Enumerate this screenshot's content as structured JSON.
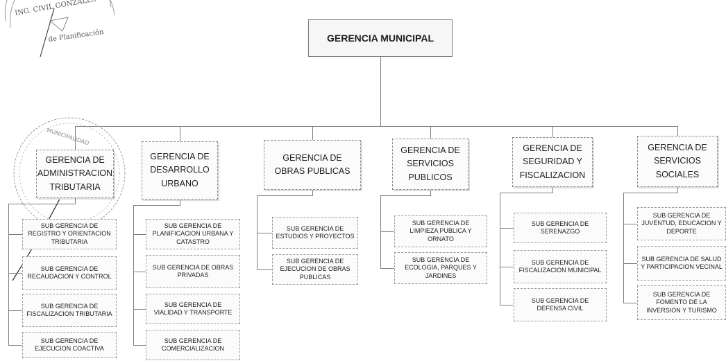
{
  "chart_data": {
    "type": "org-chart",
    "root": "GERENCIA MUNICIPAL",
    "departments": [
      {
        "name": "GERENCIA DE ADMINISTRACION TRIBUTARIA",
        "subs": [
          "SUB GERENCIA DE REGISTRO Y ORIENTACION TRIBUTARIA",
          "SUB GERENCIA DE RECAUDACION Y CONTROL",
          "SUB GERENCIA DE FISCALIZACION TRIBUTARIA",
          "SUB GERENCIA DE EJECUCION COACTIVA"
        ]
      },
      {
        "name": "GERENCIA DE DESARROLLO URBANO",
        "subs": [
          "SUB GERENCIA DE PLANIFICACION URBANA Y CATASTRO",
          "SUB GERENCIA DE OBRAS PRIVADAS",
          "SUB GERENCIA DE VIALIDAD Y TRANSPORTE",
          "SUB GERENCIA DE COMERCIALIZACION"
        ]
      },
      {
        "name": "GERENCIA DE OBRAS PUBLICAS",
        "subs": [
          "SUB GERENCIA DE ESTUDIOS Y PROYECTOS",
          "SUB GERENCIA DE EJECUCION DE OBRAS PUBLICAS"
        ]
      },
      {
        "name": "GERENCIA DE SERVICIOS PUBLICOS",
        "subs": [
          "SUB GERENCIA DE LIMPIEZA PUBLICA Y ORNATO",
          "SUB GERENCIA DE ECOLOGIA, PARQUES Y JARDINES"
        ]
      },
      {
        "name": "GERENCIA DE SEGURIDAD Y FISCALIZACION",
        "subs": [
          "SUB GERENCIA DE SERENAZGO",
          "SUB GERENCIA DE FISCALIZACION MUNICIPAL",
          "SUB GERENCIA DE DEFENSA CIVIL"
        ]
      },
      {
        "name": "GERENCIA DE SERVICIOS SOCIALES",
        "subs": [
          "SUB GERENCIA DE JUVENTUD, EDUCACION Y DEPORTE",
          "SUB GERENCIA DE SALUD Y PARTICIPACION VECINAL",
          "SUB GERENCIA DE FOMENTO DE LA INVERSION Y TURISMO"
        ]
      }
    ]
  },
  "stamps": {
    "top_stamp_text": "ING. CIVIL GONZALES · de Planificación",
    "mid_stamp_text": "MUNICIPALIDAD DISTRITAL"
  },
  "colors": {
    "line": "#7d7d7d",
    "border": "#8a8a8a",
    "text": "#1e1e1e",
    "stamp": "#9a9a9a"
  }
}
